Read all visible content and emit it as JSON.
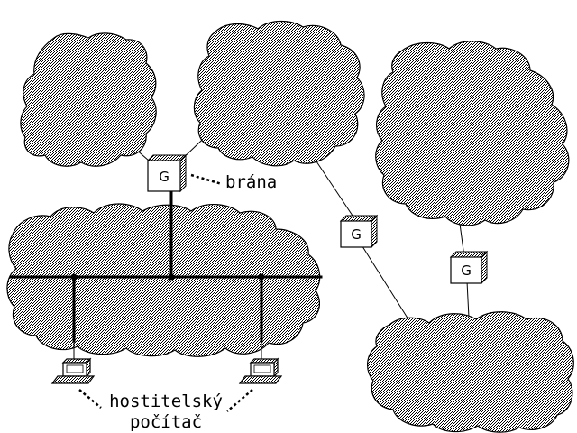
{
  "gateway_symbol": "G",
  "labels": {
    "gateway": "brána",
    "host_line1": "hostitelský",
    "host_line2": "počítač"
  },
  "colors": {
    "ink": "#000000",
    "paper": "#ffffff",
    "network_fill": "#a0a0a0"
  }
}
